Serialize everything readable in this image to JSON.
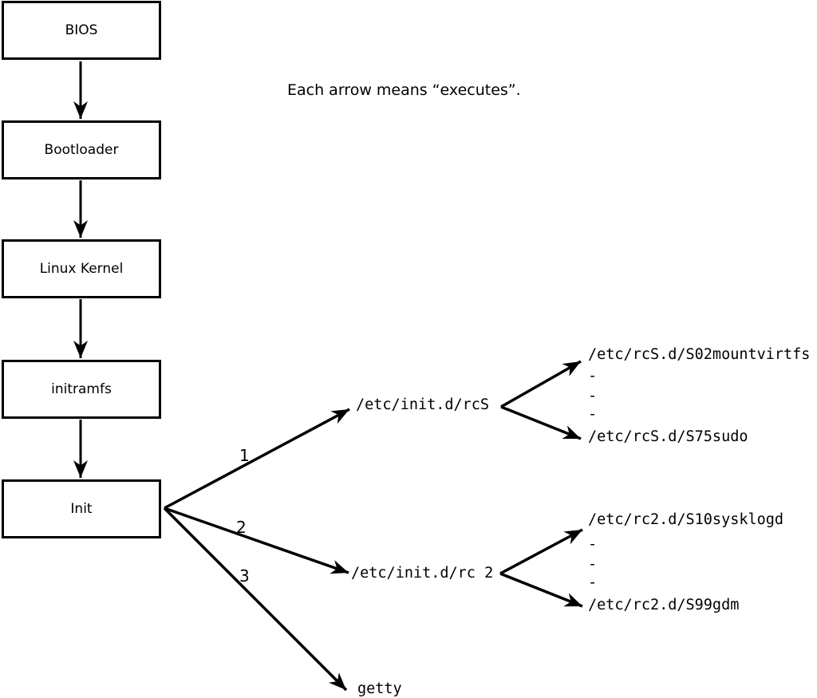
{
  "canvas": {
    "background": "#ffffff",
    "line_color": "#000000",
    "box_fill": "#ffffff",
    "box_border": "#000000"
  },
  "caption": "Each arrow means “executes”.",
  "chain": [
    {
      "label": "BIOS"
    },
    {
      "label": "Bootloader"
    },
    {
      "label": "Linux Kernel"
    },
    {
      "label": "initramfs"
    },
    {
      "label": "Init"
    }
  ],
  "branches": [
    {
      "number": "1",
      "target": "/etc/init.d/rcS",
      "children": [
        "/etc/rcS.d/S02mountvirtfs",
        "-",
        "-",
        "-",
        "/etc/rcS.d/S75sudo"
      ]
    },
    {
      "number": "2",
      "target": "/etc/init.d/rc 2",
      "children": [
        "/etc/rc2.d/S10sysklogd",
        "-",
        "-",
        "-",
        "/etc/rc2.d/S99gdm"
      ]
    },
    {
      "number": "3",
      "target": "getty",
      "children": []
    }
  ]
}
